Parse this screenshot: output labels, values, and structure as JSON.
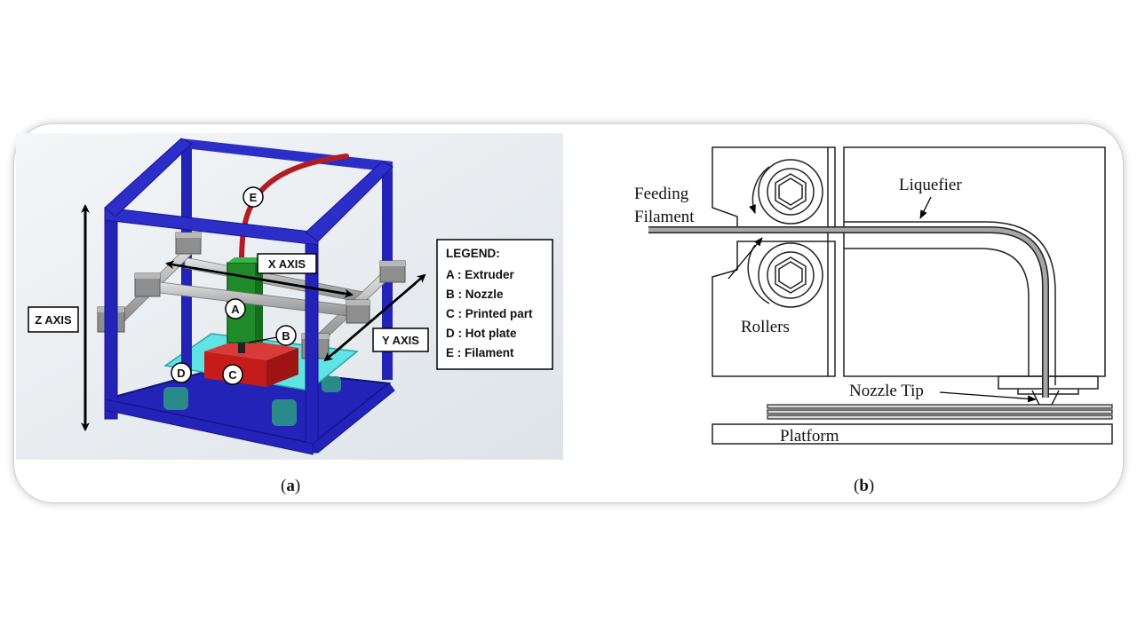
{
  "figure_a": {
    "axes": {
      "z": "Z AXIS",
      "x": "X AXIS",
      "y": "Y AXIS"
    },
    "markers": [
      "A",
      "B",
      "C",
      "D",
      "E"
    ],
    "legend": {
      "title": "LEGEND:",
      "items": [
        "A : Extruder",
        "B : Nozzle",
        "C : Printed part",
        "D : Hot plate",
        "E : Filament"
      ]
    },
    "caption_letter": "a",
    "colors": {
      "frame": "#2323b8",
      "extruder": "#1e8a2a",
      "part": "#cc1f1f",
      "plate": "#5fe3e3",
      "filament": "#b21d25"
    }
  },
  "figure_b": {
    "labels": {
      "feeding_line1": "Feeding",
      "feeding_line2": "Filament",
      "liquefier": "Liquefier",
      "rollers": "Rollers",
      "nozzle_tip": "Nozzle Tip",
      "platform": "Platform"
    },
    "caption_letter": "b"
  }
}
